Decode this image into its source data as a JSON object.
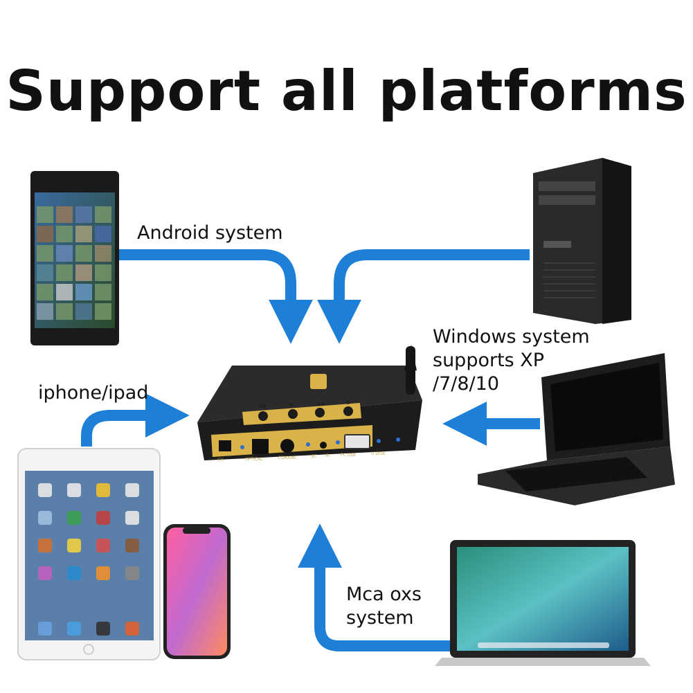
{
  "title": "Support all platforms",
  "labels": {
    "android": "Android system",
    "windows_line1": "Windows system",
    "windows_line2": "supports XP",
    "windows_line3": "/7/8/10",
    "iphone": "iphone/ipad",
    "mac_line1": "Mca oxs",
    "mac_line2": "system"
  },
  "device": {
    "top_labels": [
      "CH",
      "V-",
      "V+",
      "⏻"
    ],
    "rear_labels": [
      "CH",
      "OPTICAL",
      "COAXIAL",
      "BT",
      "IR",
      "PC USB",
      "U DISK"
    ]
  },
  "colors": {
    "arrow": "#1e7fd6",
    "device_body": "#1c1c1c",
    "device_gold": "#d9b24a"
  }
}
